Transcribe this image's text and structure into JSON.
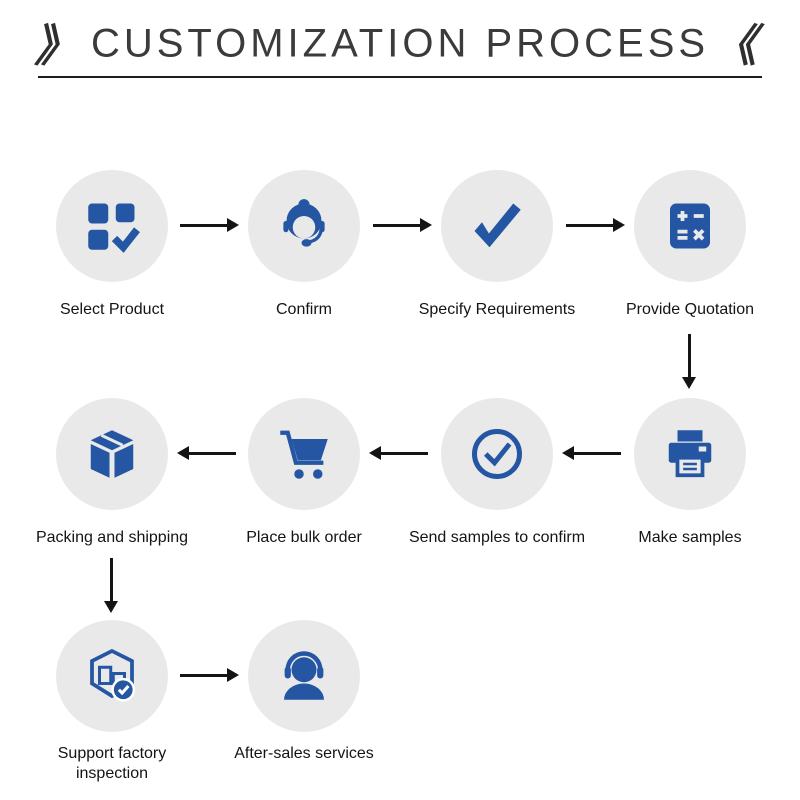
{
  "title": {
    "decor_left": "》",
    "text": "CUSTOMIZATION PROCESS",
    "decor_right": "《"
  },
  "colors": {
    "icon_blue": "#2456a4",
    "circle_bg": "#e9e9e9",
    "arrow": "#141414",
    "title_text": "#3b3b3b"
  },
  "steps": [
    {
      "label": "Select Product",
      "icon": "product-grid-check-icon"
    },
    {
      "label": "Confirm",
      "icon": "customer-service-icon"
    },
    {
      "label": "Specify Requirements",
      "icon": "checkmark-icon"
    },
    {
      "label": "Provide Quotation",
      "icon": "calculator-icon"
    },
    {
      "label": "Make samples",
      "icon": "printer-icon"
    },
    {
      "label": "Send samples to confirm",
      "icon": "circle-check-icon"
    },
    {
      "label": "Place bulk order",
      "icon": "shopping-cart-icon"
    },
    {
      "label": "Packing and shipping",
      "icon": "package-box-icon"
    },
    {
      "label": "Support factory inspection",
      "icon": "factory-inspection-icon"
    },
    {
      "label": "After-sales services",
      "icon": "headphones-person-icon"
    }
  ]
}
